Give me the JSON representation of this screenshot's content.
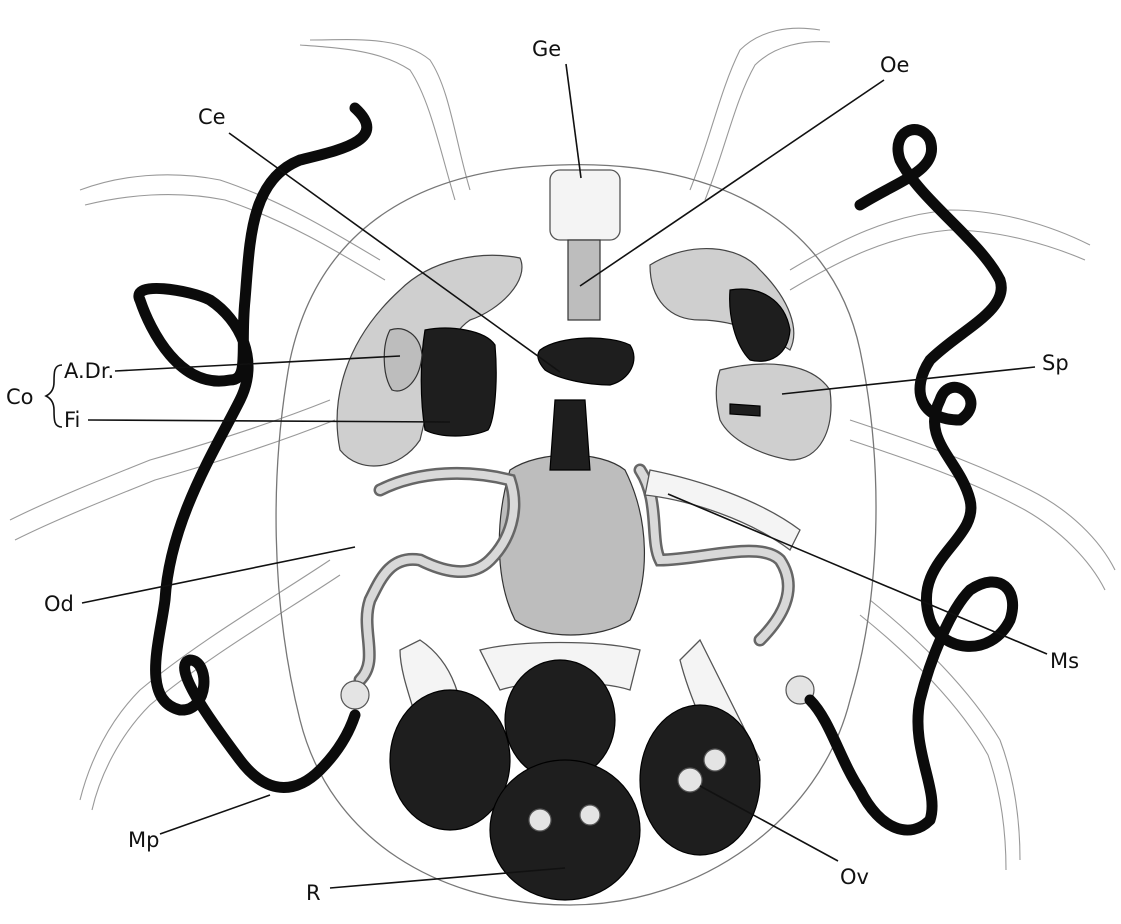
{
  "labels": {
    "ge": "Ge",
    "oe": "Oe",
    "ce": "Ce",
    "co": "Co",
    "a_dr": "A.Dr.",
    "fi": "Fi",
    "sp": "Sp",
    "od": "Od",
    "ms": "Ms",
    "mp": "Mp",
    "r": "R",
    "ov": "Ov"
  }
}
